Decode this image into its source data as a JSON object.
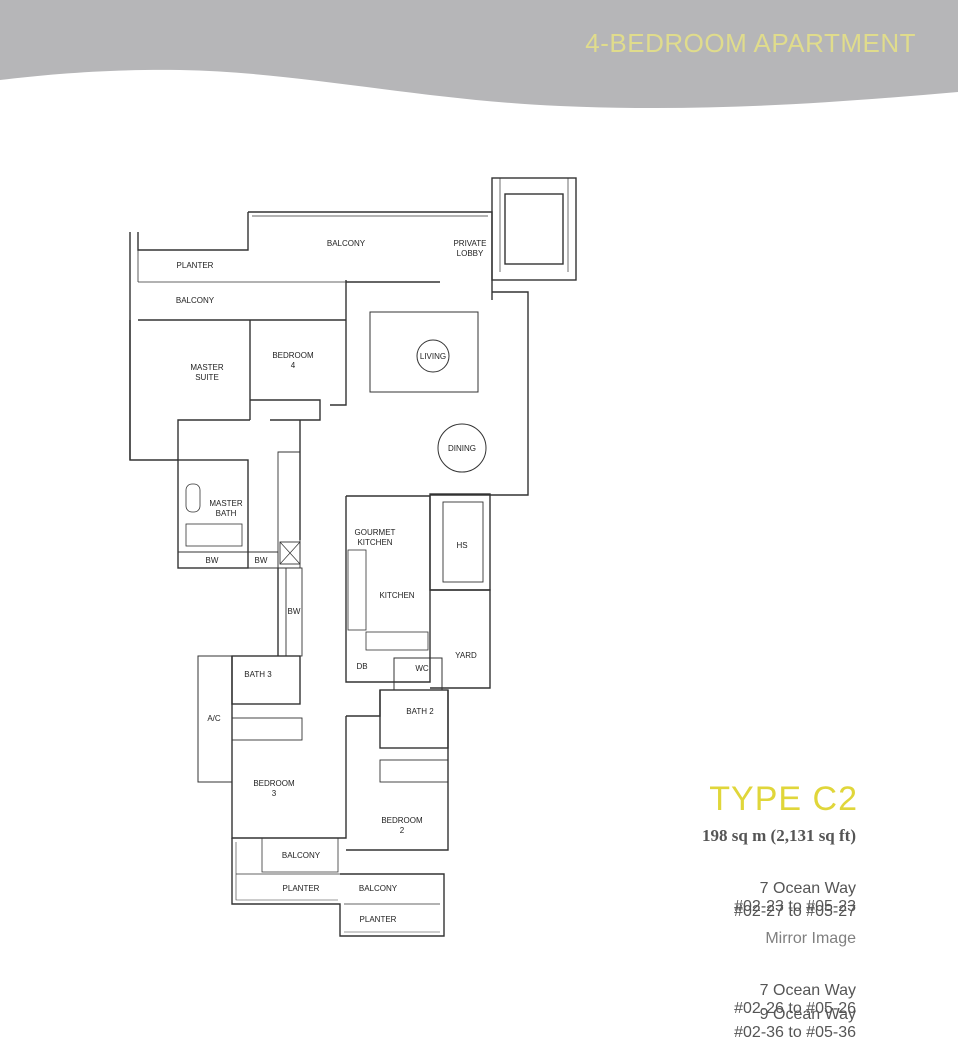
{
  "header": {
    "title": "4-BEDROOM APARTMENT"
  },
  "unit": {
    "type": "TYPE C2",
    "area": "198 sq m (2,131 sq ft)",
    "addresses": [
      {
        "street": "7 Ocean Way",
        "range": "#02-23 to #05-23"
      },
      {
        "street": "",
        "range": "#02-27 to #05-27"
      }
    ],
    "mirror_label": "Mirror Image",
    "mirror_addresses": [
      {
        "street": "7 Ocean Way",
        "range": "#02-26 to #05-26"
      },
      {
        "street": "9 Ocean Way",
        "range": "#02-36 to #05-36"
      }
    ]
  },
  "plan": {
    "rooms": {
      "balcony_top": "BALCONY",
      "private_lobby_1": "PRIVATE",
      "private_lobby_2": "LOBBY",
      "planter_left": "PLANTER",
      "balcony_left": "BALCONY",
      "master_suite_1": "MASTER",
      "master_suite_2": "SUITE",
      "bedroom4_1": "BEDROOM",
      "bedroom4_2": "4",
      "living": "LIVING",
      "dining": "DINING",
      "master_bath_1": "MASTER",
      "master_bath_2": "BATH",
      "bw_1": "BW",
      "bw_2": "BW",
      "bw_3": "BW",
      "gourmet_kitchen_1": "GOURMET",
      "gourmet_kitchen_2": "KITCHEN",
      "kitchen": "KITCHEN",
      "hs": "HS",
      "yard": "YARD",
      "db": "DB",
      "wc": "WC",
      "bath3": "BATH  3",
      "bath2": "BATH  2",
      "ac": "A/C",
      "bedroom3_1": "BEDROOM",
      "bedroom3_2": "3",
      "bedroom2_1": "BEDROOM",
      "bedroom2_2": "2",
      "balcony_b3": "BALCONY",
      "planter_bottom_left": "PLANTER",
      "balcony_bottom": "BALCONY",
      "planter_bottom": "PLANTER"
    }
  }
}
